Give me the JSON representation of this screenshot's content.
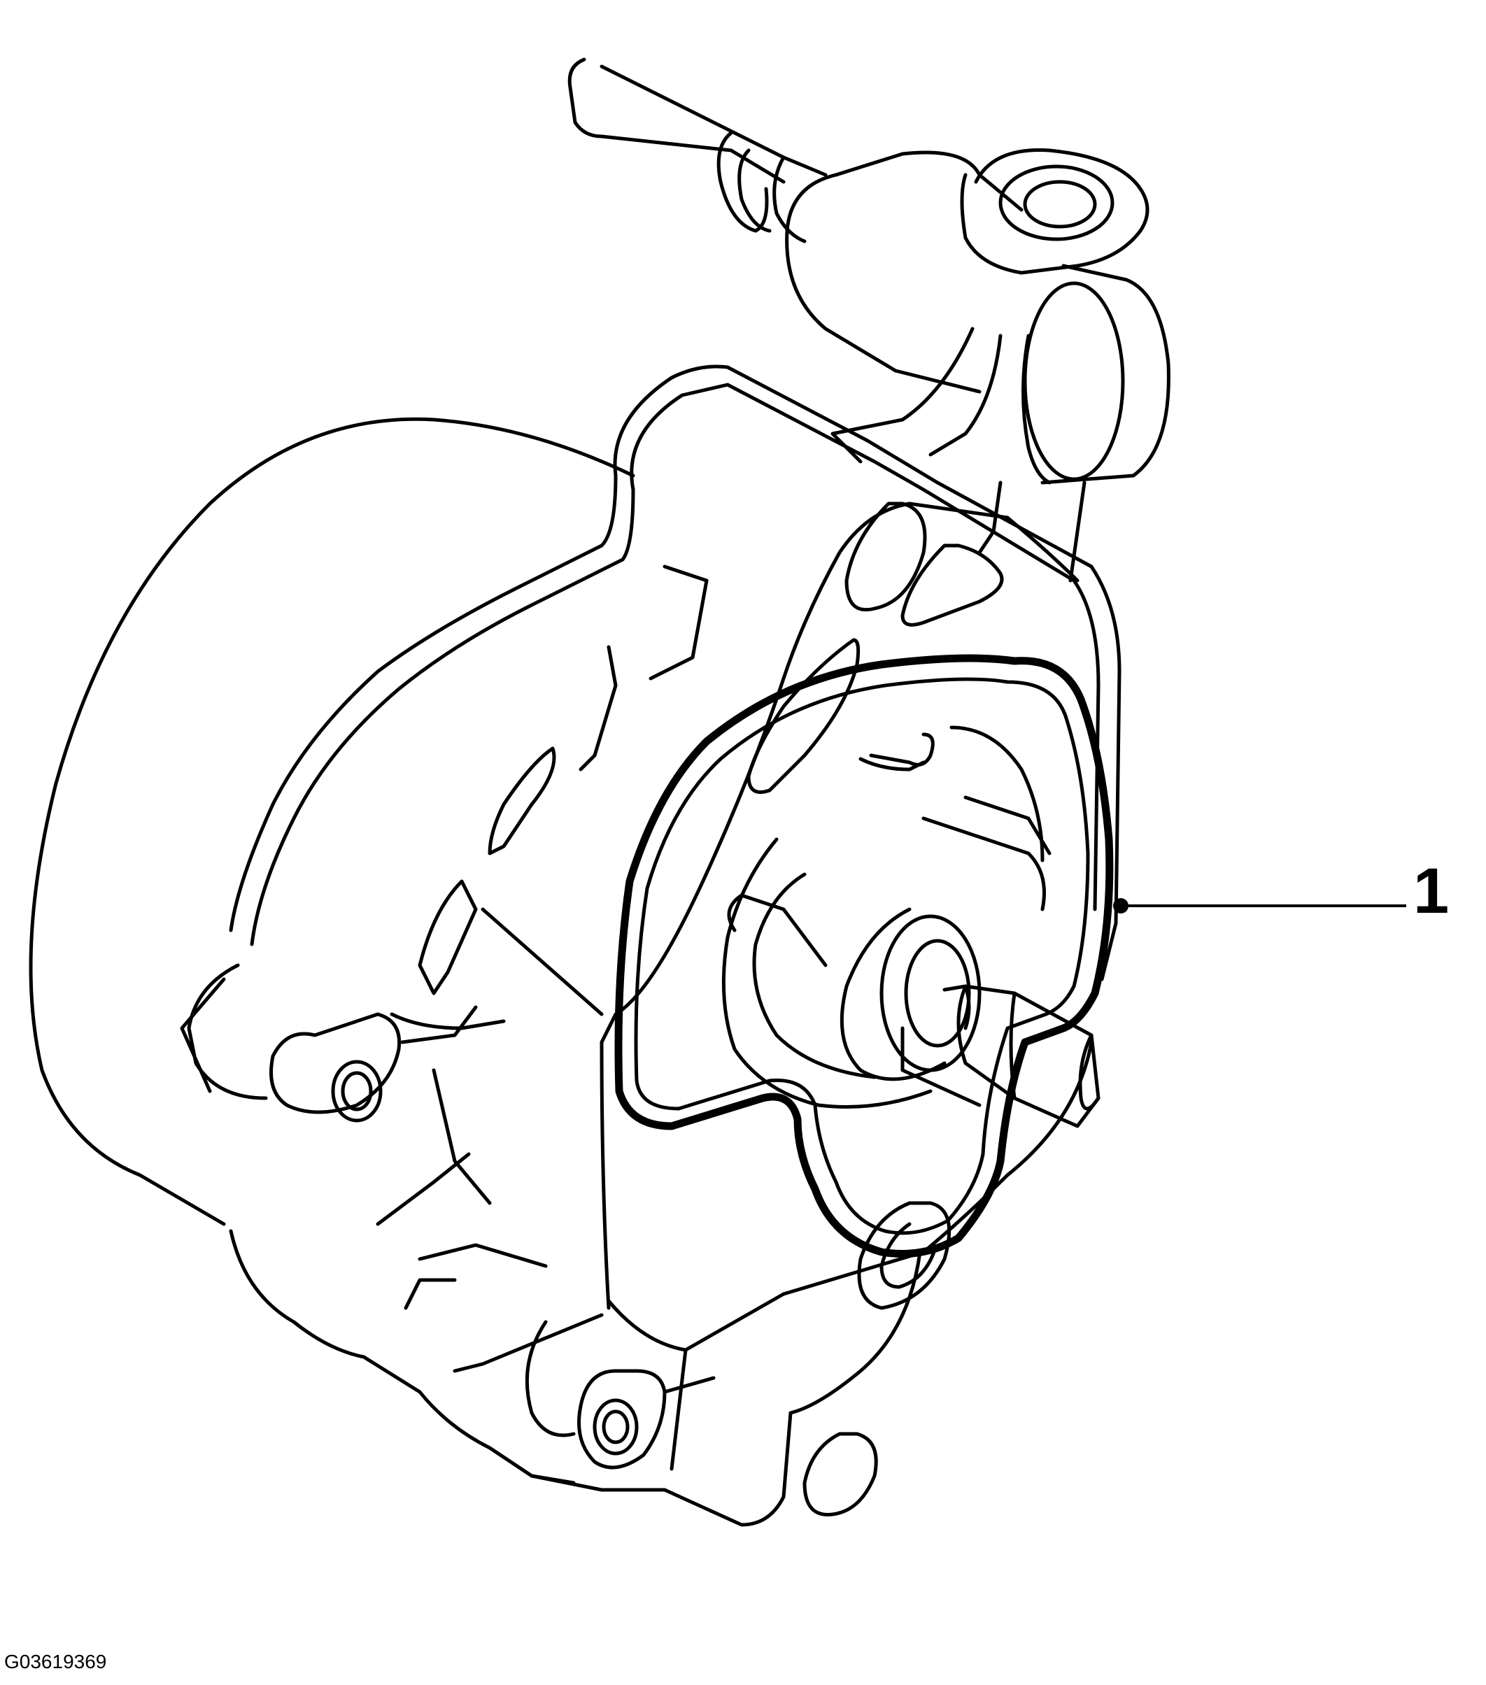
{
  "diagram": {
    "component": "vacuum-pump-assembly",
    "callouts": [
      {
        "label": "1",
        "target": "gasket"
      }
    ],
    "figure_code": "G03619369",
    "colors": {
      "line": "#000000",
      "background": "#ffffff"
    }
  }
}
